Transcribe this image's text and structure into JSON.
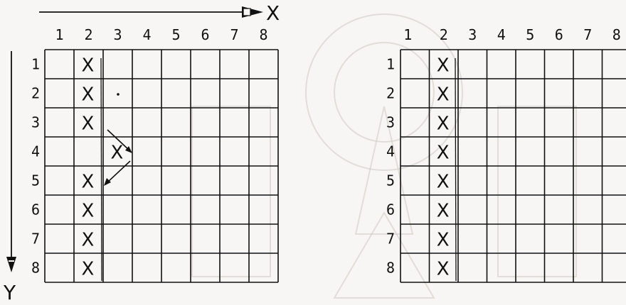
{
  "axis": {
    "x_label": "X",
    "y_label": "Y"
  },
  "grids": [
    {
      "column_labels": [
        "1",
        "2",
        "3",
        "4",
        "5",
        "6",
        "7",
        "8"
      ],
      "row_labels": [
        "1",
        "2",
        "3",
        "4",
        "5",
        "6",
        "7",
        "8"
      ],
      "marks": [
        {
          "row": 1,
          "col": 2,
          "text": "X"
        },
        {
          "row": 2,
          "col": 2,
          "text": "X"
        },
        {
          "row": 3,
          "col": 2,
          "text": "X"
        },
        {
          "row": 4,
          "col": 3,
          "text": "X"
        },
        {
          "row": 5,
          "col": 2,
          "text": "X"
        },
        {
          "row": 6,
          "col": 2,
          "text": "X"
        },
        {
          "row": 7,
          "col": 2,
          "text": "X"
        },
        {
          "row": 8,
          "col": 2,
          "text": "X"
        }
      ]
    },
    {
      "column_labels": [
        "1",
        "2",
        "3",
        "4",
        "5",
        "6",
        "7",
        "8"
      ],
      "row_labels": [
        "1",
        "2",
        "3",
        "4",
        "5",
        "6",
        "7",
        "8"
      ],
      "marks": [
        {
          "row": 1,
          "col": 2,
          "text": "X"
        },
        {
          "row": 2,
          "col": 2,
          "text": "X"
        },
        {
          "row": 3,
          "col": 2,
          "text": "X"
        },
        {
          "row": 4,
          "col": 2,
          "text": "X"
        },
        {
          "row": 5,
          "col": 2,
          "text": "X"
        },
        {
          "row": 6,
          "col": 2,
          "text": "X"
        },
        {
          "row": 7,
          "col": 2,
          "text": "X"
        },
        {
          "row": 8,
          "col": 2,
          "text": "X"
        }
      ]
    }
  ],
  "colors": {
    "ink": "#111111",
    "paper": "#f7f6f4",
    "watermark": "#cfc9c2"
  }
}
